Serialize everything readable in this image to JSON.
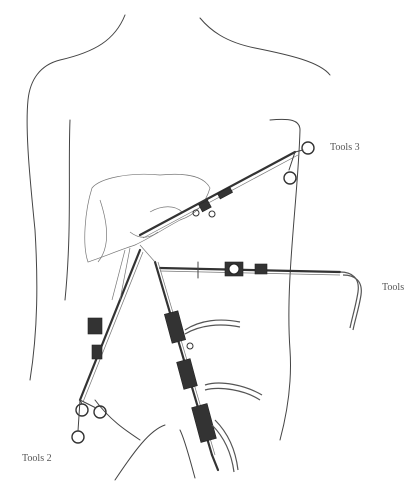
{
  "labels": {
    "tools_top": "Tools 3",
    "tools_right": "Tools",
    "tools_bottom": "Tools 2"
  }
}
